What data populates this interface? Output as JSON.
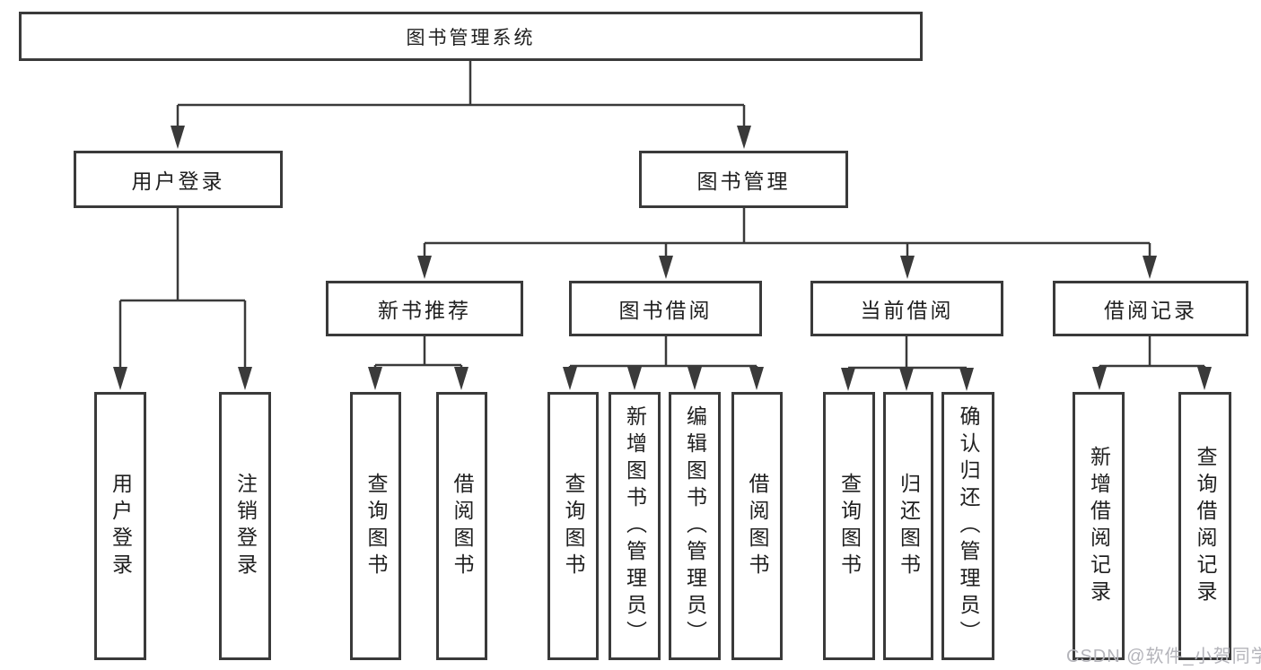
{
  "diagram": {
    "title": "图书管理系统",
    "type": "functional-structure-tree",
    "colors": {
      "line": "#3a3a3a",
      "border": "#3a3a3a",
      "text": "#1f1f1f",
      "background": "#ffffff",
      "watermark": "#b4b4ba"
    },
    "nodes": {
      "root": "图书管理系统",
      "user_login_branch": "用户登录",
      "book_mgmt_branch": "图书管理",
      "new_book_rec": "新书推荐",
      "book_borrowing": "图书借阅",
      "current_borrowing": "当前借阅",
      "borrowing_records": "借阅记录",
      "leaf_user_login": "用户登录",
      "leaf_logout": "注销登录",
      "leaf_query_books_rec": "查询图书",
      "leaf_borrow_books_rec": "借阅图书",
      "leaf_query_books_borrow": "查询图书",
      "leaf_add_book_admin": "新增图书（管理员）",
      "leaf_edit_book_admin": "编辑图书（管理员）",
      "leaf_borrow_books_borrow": "借阅图书",
      "leaf_query_books_current": "查询图书",
      "leaf_return_book": "归还图书",
      "leaf_confirm_return_admin": "确认归还（管理员）",
      "leaf_add_borrow_record": "新增借阅记录",
      "leaf_query_borrow_record": "查询借阅记录"
    },
    "tree": {
      "label": "图书管理系统",
      "children": [
        {
          "label": "用户登录",
          "children": [
            "用户登录",
            "注销登录"
          ]
        },
        {
          "label": "图书管理",
          "children": [
            {
              "label": "新书推荐",
              "children": [
                "查询图书",
                "借阅图书"
              ]
            },
            {
              "label": "图书借阅",
              "children": [
                "查询图书",
                "新增图书（管理员）",
                "编辑图书（管理员）",
                "借阅图书"
              ]
            },
            {
              "label": "当前借阅",
              "children": [
                "查询图书",
                "归还图书",
                "确认归还（管理员）"
              ]
            },
            {
              "label": "借阅记录",
              "children": [
                "新增借阅记录",
                "查询借阅记录"
              ]
            }
          ]
        }
      ]
    },
    "watermark": "CSDN @软件_小贺同学"
  }
}
